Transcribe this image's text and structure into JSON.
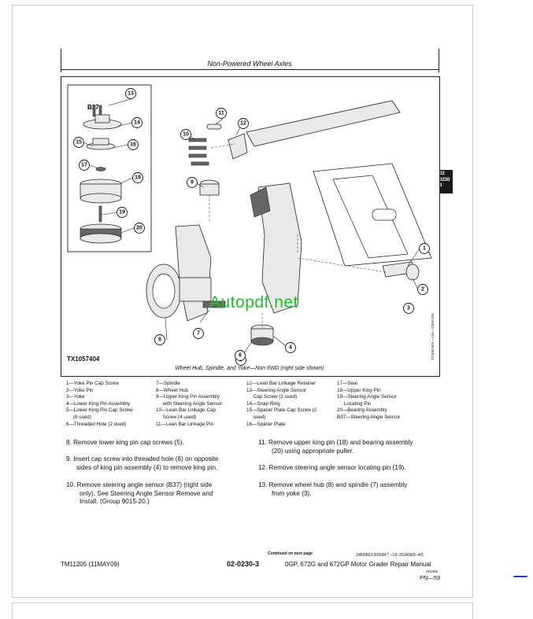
{
  "header": {
    "title": "Non-Powered Wheel Axles"
  },
  "tab": {
    "line1": "02",
    "line2": "0230",
    "line3": "3"
  },
  "figure": {
    "id": "TX1057404",
    "side_label": "TX1057404 —UN—22MAY09",
    "caption": "Wheel Hub, Spindle, and Yoke—Non 6WD (right side shown)",
    "inset_label": "B37",
    "callouts": [
      "1",
      "2",
      "3",
      "4",
      "5",
      "6",
      "7",
      "8",
      "9",
      "10",
      "11",
      "12",
      "13",
      "14",
      "15",
      "16",
      "17",
      "18",
      "19",
      "20"
    ]
  },
  "watermark": "Autopdf.net",
  "legend": {
    "col1": [
      "1—Yoke Pin Cap Screw",
      "2—Yoke Pin",
      "3—Yoke",
      "4—Lower King Pin Assembly",
      "5—Lower King Pin Cap Screw",
      "     (8 used)",
      "6—Threaded Hole (2 used)"
    ],
    "col2": [
      "7—Spindle",
      "8—Wheel Hub",
      "9—Upper King Pin Assembly",
      "     with Steering Angle Sensor",
      "10—Lean Bar Linkage Cap",
      "     Screw (4 used)",
      "11—Lean Bar Linkage Pin"
    ],
    "col3": [
      "12—Lean Bar Linkage Retainer",
      "13—Steering Angle Sensor",
      "     Cap Screw (2 used)",
      "14—Snap Ring",
      "15—Spacer Plate Cap Screw (2",
      "     used)",
      "16—Spacer Plate"
    ],
    "col4": [
      "17—Seal",
      "18—Upper King Pin",
      "19—Steering Angle Sensor",
      "     Locating Pin",
      "20—Bearing Assembly",
      "B37—Steering Angle Sensor"
    ]
  },
  "steps": {
    "s8": "8.  Remove lower king pin cap screws (5).",
    "s9a": "9.  Insert cap screw into threaded hole (6) on opposite",
    "s9b": "sides of king pin assembly (4) to remove king pin.",
    "s10a": "10.  Remove steering angle sensor (B37) (right side",
    "s10b": "only). See Steering Angle Sensor Remove and",
    "s10c": "Install. (Group 9015-20.)",
    "s11a": "11.  Remove upper king pin (18) and bearing assembly",
    "s11b": "(20) using appropriate puller.",
    "s12": "12.  Remove steering angle sensor locating pin (19).",
    "s13a": "13.  Remove wheel hub (8) and spindle (7) assembly",
    "s13b": "from yoke (3)."
  },
  "footer": {
    "continued": "Continued on next page",
    "docid": "JW00603,00000F7  −19−20JAN09−4/5",
    "manual": "TM11205 (11MAY09)",
    "page_code": "02-0230-3",
    "title": "0GP, 672G and 672GP Motor Grader Repair Manual",
    "date_small": "051809",
    "pn": "PN—59"
  }
}
